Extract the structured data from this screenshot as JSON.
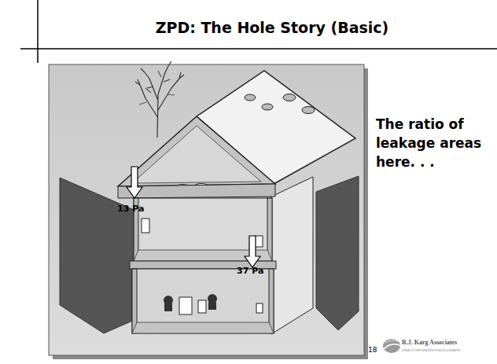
{
  "diagram": {
    "title": "ZPD: The Hole Story (Basic)",
    "labels": [
      "13 Pa",
      "37 Pa",
      "The ratio of leakage areas here. . .",
      "18",
      "R.J. Karg Associates",
      "ENERGY INFORMATION MANAGEMENT"
    ]
  }
}
